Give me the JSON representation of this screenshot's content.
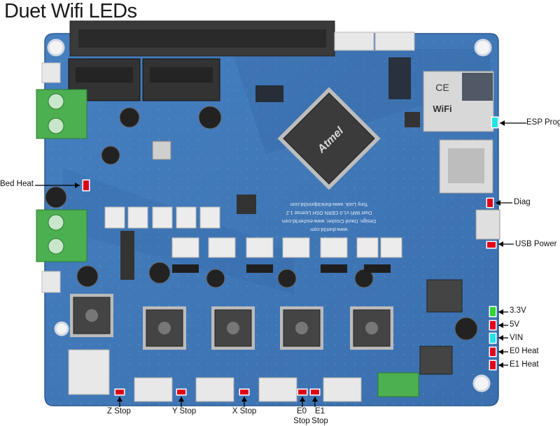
{
  "title": "Duet Wifi LEDs",
  "board": {
    "esp_module": {
      "label": "WiFi",
      "ident": "CE"
    },
    "chip_main": {
      "brand": "Atmel"
    },
    "pcb_text": [
      "www.duet3d.com",
      "Design: David Crocker, www.escher3d.com",
      "Duet WiFi v1.0  CERN OSH License 1.2",
      "Tony Lock, www.think3dprint3d.com"
    ]
  },
  "leds": [
    {
      "id": "esp-prog",
      "label": "ESP Prog",
      "color": "#22e3e8"
    },
    {
      "id": "bed-heat",
      "label": "Bed Heat",
      "color": "#e0001a"
    },
    {
      "id": "diag",
      "label": "Diag",
      "color": "#e0001a"
    },
    {
      "id": "usb-power",
      "label": "USB Power",
      "color": "#e0001a"
    },
    {
      "id": "v33",
      "label": "3.3V",
      "color": "#31d233"
    },
    {
      "id": "v5",
      "label": "5V",
      "color": "#e0001a"
    },
    {
      "id": "vin",
      "label": "VIN",
      "color": "#22e3e8"
    },
    {
      "id": "e0-heat",
      "label": "E0 Heat",
      "color": "#e0001a"
    },
    {
      "id": "e1-heat",
      "label": "E1 Heat",
      "color": "#e0001a"
    },
    {
      "id": "z-stop",
      "label": "Z Stop",
      "color": "#e0001a"
    },
    {
      "id": "y-stop",
      "label": "Y Stop",
      "color": "#e0001a"
    },
    {
      "id": "x-stop",
      "label": "X Stop",
      "color": "#e0001a"
    },
    {
      "id": "e0-stop",
      "label_line1": "E0",
      "label_line2": "Stop",
      "color": "#e0001a"
    },
    {
      "id": "e1-stop",
      "label_line1": "E1",
      "label_line2": "Stop",
      "color": "#e0001a"
    }
  ],
  "colors": {
    "pcb": "#3f78b8",
    "pcb_dark": "#2f5f9a",
    "terminal": "#4caf50",
    "connector": "#e8e8e8",
    "chip": "#3c3c3c"
  }
}
